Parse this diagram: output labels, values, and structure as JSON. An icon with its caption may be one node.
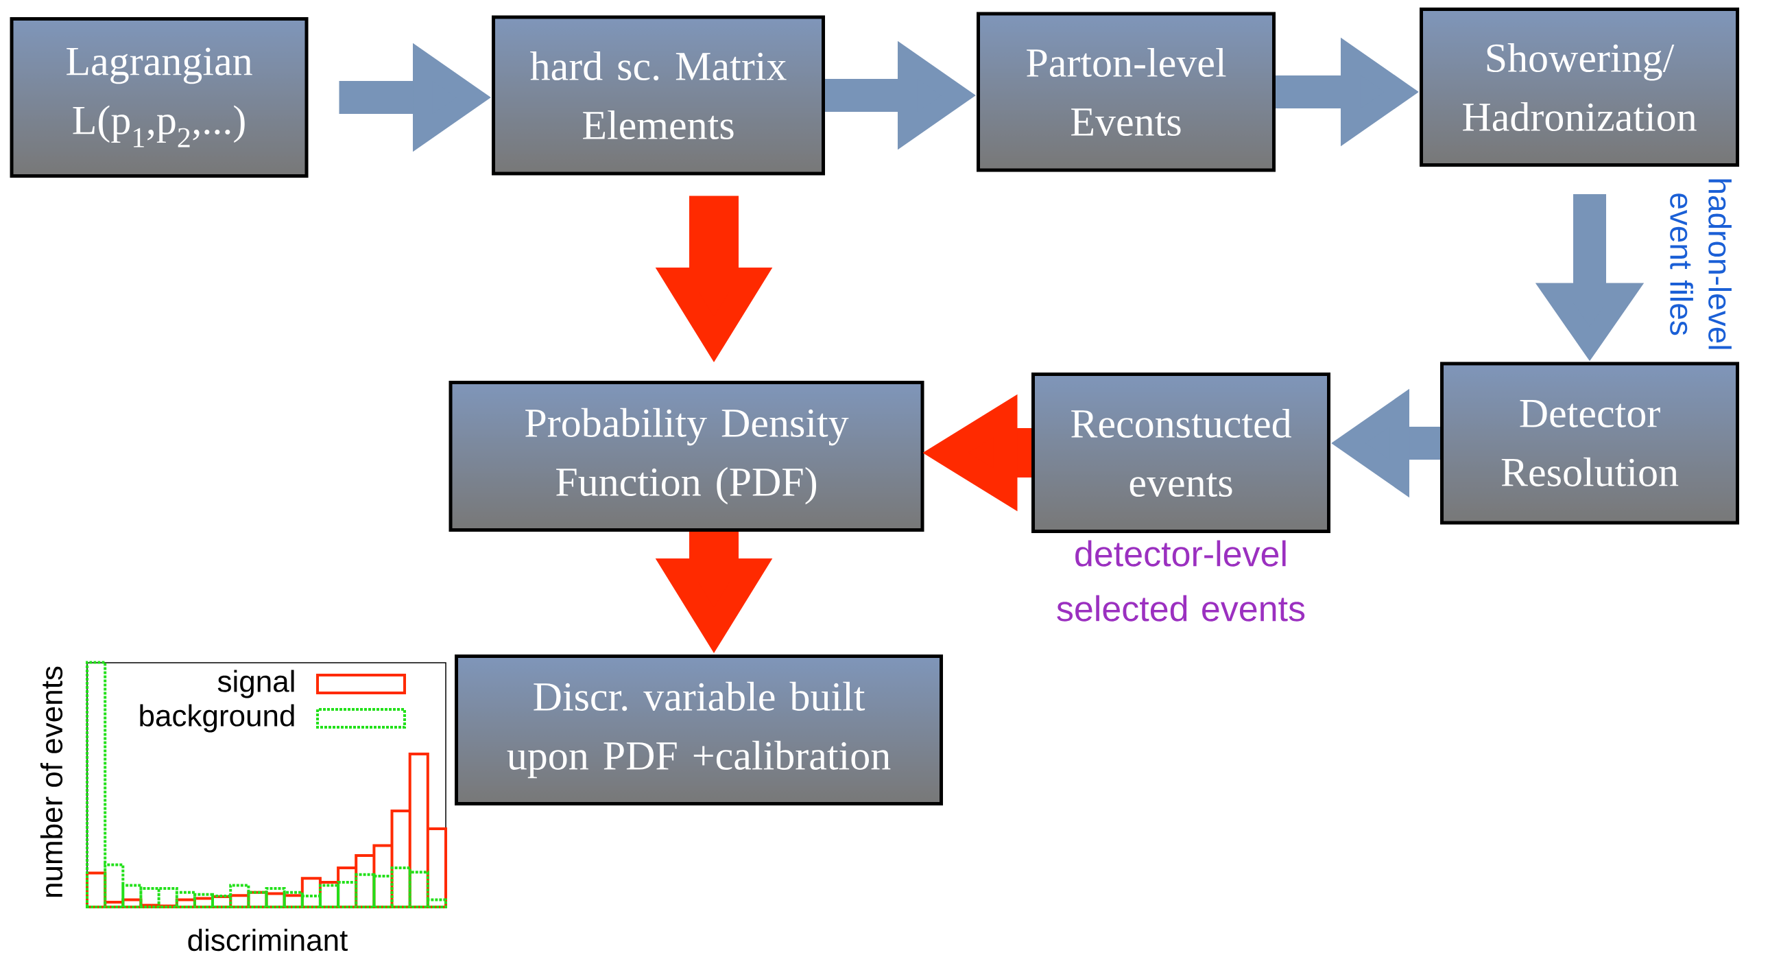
{
  "diagram": {
    "nodes": [
      {
        "text": [
          "Lagrangian L(p$_{1}$,p$_{2}$,...)"
        ]
      },
      {
        "text": [
          "hard sc. Matrix Elements"
        ]
      },
      {
        "text": [
          "Parton-level Events"
        ]
      },
      {
        "text": [
          "Showering/ Hadronization"
        ]
      },
      {
        "text": [
          "Detector Resolution"
        ]
      },
      {
        "text": [
          "Reconstucted events"
        ],
        "beside": [
          "detector-level selected events"
        ]
      },
      {
        "text": [
          "Probability Density Function (PDF)"
        ]
      },
      {
        "text": [
          "Discr. variable built upon PDF +calibration"
        ]
      }
    ],
    "edges": [
      {
        "from": 0,
        "to": 1,
        "arrow": "to"
      },
      {
        "from": 1,
        "to": 2,
        "arrow": "to"
      },
      {
        "from": 2,
        "to": 3,
        "arrow": "to"
      },
      {
        "from": 3,
        "to": 4,
        "arrow": "to"
      },
      {
        "from": 4,
        "to": 5,
        "arrow": "to"
      },
      {
        "from": 1,
        "to": 6,
        "arrow": "to",
        "color": "#ff2a00"
      },
      {
        "from": 5,
        "to": 6,
        "arrow": "to",
        "color": "#ff2a00"
      },
      {
        "from": 6,
        "to": 7,
        "arrow": "to",
        "color": "#ff2a00"
      }
    ],
    "labels": [
      "hadron-level event files",
      "number of events",
      "discriminant"
    ],
    "legend": [
      {
        "text": "signal"
      },
      {
        "text": "background"
      }
    ]
  }
}
